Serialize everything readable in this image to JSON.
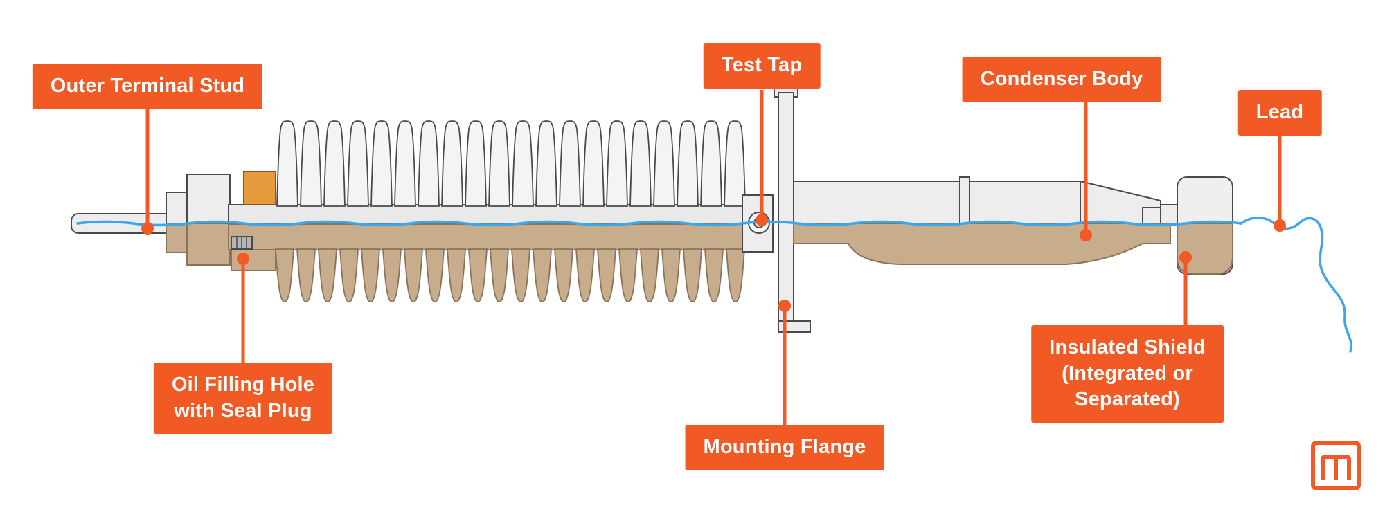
{
  "labels": {
    "outer_terminal_stud": "Outer Terminal Stud",
    "test_tap": "Test Tap",
    "condenser_body": "Condenser Body",
    "lead": "Lead",
    "oil_filling_hole": "Oil Filling Hole\nwith Seal Plug",
    "mounting_flange": "Mounting Flange",
    "insulated_shield": "Insulated Shield\n(Integrated or\nSeparated)"
  },
  "colors": {
    "accent_orange": "#F15A25",
    "lead_blue": "#3BA6E8",
    "porcelain_gray": "#EDEDED",
    "gasket_amber": "#E79A3B",
    "lower_tan": "#C7AD8C",
    "outline_gray": "#4A4A4A"
  },
  "logo": {
    "icon": "m-monogram"
  }
}
